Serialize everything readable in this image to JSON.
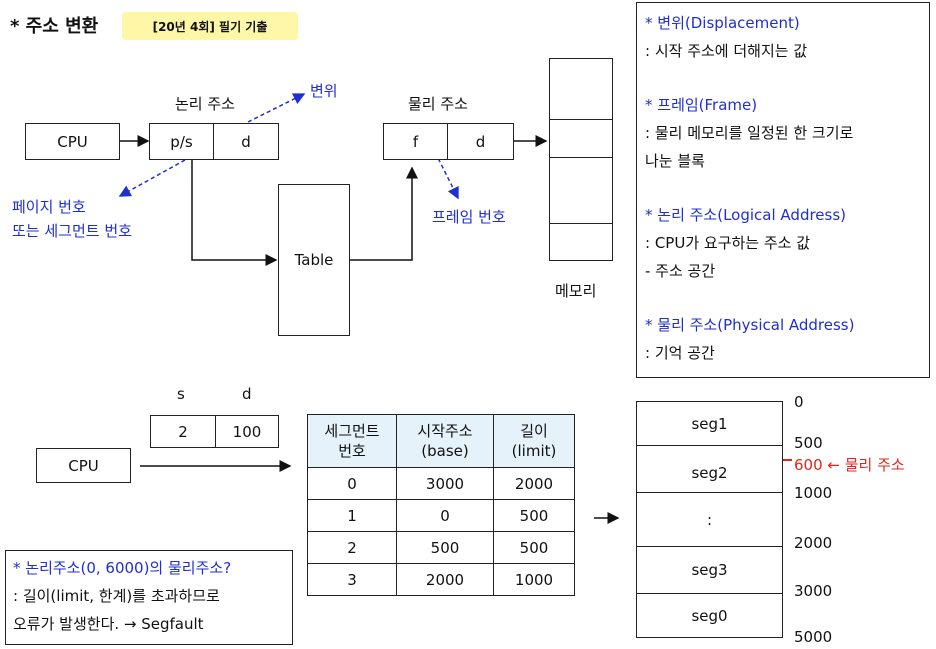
{
  "header": {
    "title": "* 주소 변환",
    "badge": "[20년 4회] 필기 기출"
  },
  "top_diagram": {
    "cpu": "CPU",
    "logical_label": "논리 주소",
    "logical_cells": [
      "p/s",
      "d"
    ],
    "displacement": "변위",
    "page_no_line1": "페이지 번호",
    "page_no_line2": "또는 세그먼트 번호",
    "table": "Table",
    "physical_label": "물리 주소",
    "physical_cells": [
      "f",
      "d"
    ],
    "frame_no": "프레임 번호",
    "memory": "메모리"
  },
  "definitions": [
    {
      "term": "* 변위(Displacement)",
      "lines": [
        ": 시작 주소에 더해지는 값"
      ]
    },
    {
      "term": "* 프레임(Frame)",
      "lines": [
        ": 물리 메모리를 일정된 한 크기로",
        "나눈 블록"
      ]
    },
    {
      "term": "* 논리 주소(Logical Address)",
      "lines": [
        ": CPU가 요구하는 주소 값",
        "- 주소 공간"
      ]
    },
    {
      "term": "* 물리 주소(Physical Address)",
      "lines": [
        ": 기억 공간"
      ]
    }
  ],
  "bottom_diagram": {
    "sd_headers": [
      "s",
      "d"
    ],
    "sd_values": [
      "2",
      "100"
    ],
    "cpu": "CPU",
    "table_headers": [
      {
        "line1": "세그먼트",
        "line2": "번호"
      },
      {
        "line1": "시작주소",
        "line2": "(base)"
      },
      {
        "line1": "길이",
        "line2": "(limit)"
      }
    ],
    "rows": [
      [
        "0",
        "3000",
        "2000"
      ],
      [
        "1",
        "0",
        "500"
      ],
      [
        "2",
        "500",
        "500"
      ],
      [
        "3",
        "2000",
        "1000"
      ]
    ],
    "memory_segments": [
      "seg1",
      "seg2",
      ":",
      "seg3",
      "seg0"
    ],
    "memory_addresses": [
      "0",
      "500",
      "1000",
      "2000",
      "3000",
      "5000"
    ],
    "physical_marker": "600 ← 물리 주소"
  },
  "question": {
    "title": "* 논리주소(0, 6000)의 물리주소?",
    "line1": ": 길이(limit, 한계)를 초과하므로",
    "line2": "오류가 발생한다. → Segfault"
  },
  "colors": {
    "badge": "#fff7a8",
    "blue": "#1f2fd1",
    "red": "#e4251c",
    "table_header": "#e6f2fa"
  }
}
